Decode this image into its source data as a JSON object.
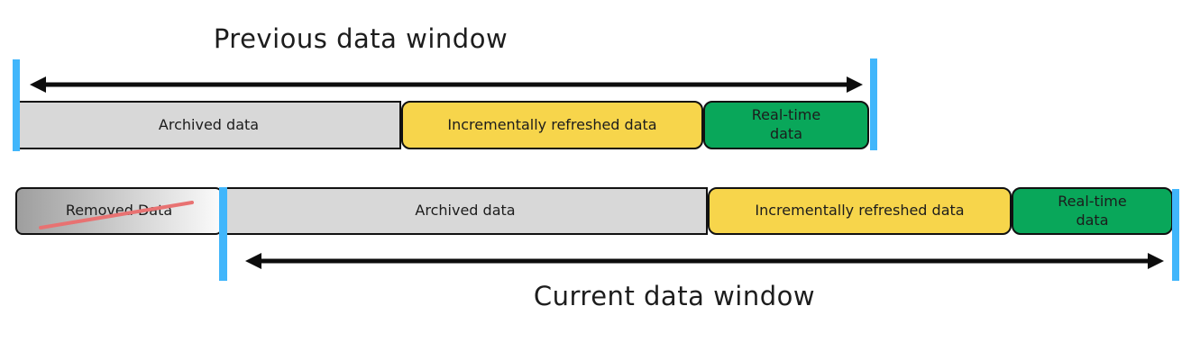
{
  "previous_window": {
    "title": "Previous data window",
    "segments": [
      {
        "name": "archived",
        "label": "Archived data",
        "color": "#d8d8d8"
      },
      {
        "name": "incremental",
        "label": "Incrementally refreshed data",
        "color": "#f7d54b"
      },
      {
        "name": "realtime",
        "label": "Real-time data",
        "color": "#09a75a"
      }
    ]
  },
  "current_window": {
    "title": "Current data window",
    "segments": [
      {
        "name": "removed",
        "label": "Removed Data",
        "color": "gradient #9e9e9e to #fbfbfb",
        "strikethrough": true
      },
      {
        "name": "archived",
        "label": "Archived data",
        "color": "#d8d8d8"
      },
      {
        "name": "incremental",
        "label": "Incrementally refreshed data",
        "color": "#f7d54b"
      },
      {
        "name": "realtime",
        "label": "Real-time data",
        "color": "#09a75a"
      }
    ]
  },
  "colors": {
    "window_boundary_marker": "#41b6fb",
    "arrow": "#0d0d0d",
    "strikethrough_red": "#e87272",
    "segment_border": "#111111",
    "text": "#1c1c1c"
  }
}
